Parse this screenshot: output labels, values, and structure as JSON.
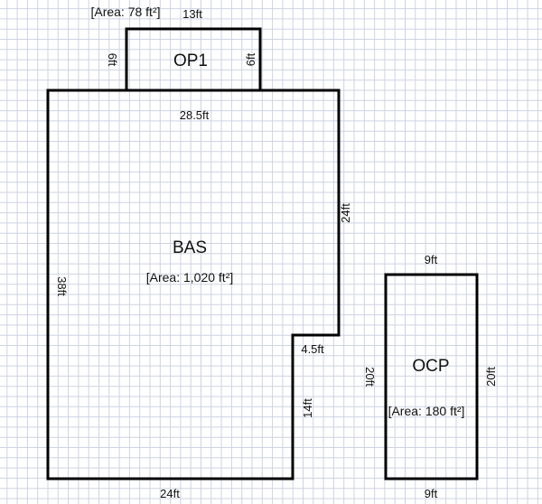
{
  "op1": {
    "name": "OP1",
    "area": "[Area: 78 ft²]",
    "top": "13ft",
    "left": "6ft",
    "right": "6ft"
  },
  "bas": {
    "name": "BAS",
    "area": "[Area: 1,020 ft²]",
    "top": "28.5ft",
    "right": "24ft",
    "left": "38ft",
    "notch": "4.5ft",
    "inner": "14ft",
    "bottom": "24ft"
  },
  "ocp": {
    "name": "OCP",
    "area": "[Area: 180 ft²]",
    "top": "9ft",
    "left": "20ft",
    "right": "20ft",
    "bottom": "9ft"
  },
  "colors": {
    "grid": "#cfd3e3",
    "wall": "#000000"
  }
}
